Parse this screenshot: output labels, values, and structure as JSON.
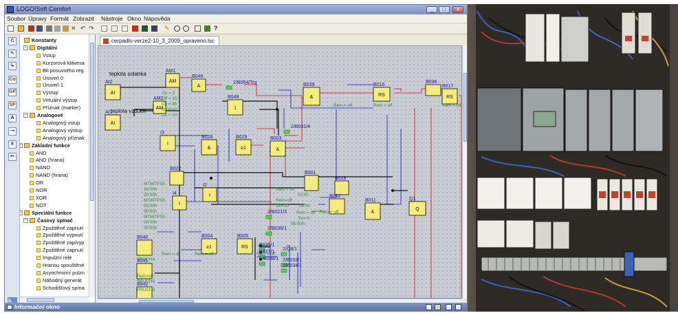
{
  "window": {
    "title": "LOGO!Soft Comfort"
  },
  "menu": [
    "Soubor",
    "Úpravy",
    "Formát",
    "Zobrazit",
    "Nástroje",
    "Okno",
    "Nápověda"
  ],
  "toolbar_icons": [
    "new-icon",
    "open-icon",
    "print-icon",
    "save-icon",
    "cut-icon",
    "copy-icon",
    "paste-icon",
    "delete-icon",
    "undo-icon",
    "redo-icon",
    "align-icon",
    "simulate-icon",
    "zoom-in-icon",
    "zoom-out-icon",
    "help-icon"
  ],
  "tab": {
    "label": "cerpadlo-verze2-10_3_2009_opraveno.lsc"
  },
  "side_label": "Nástroje",
  "tree": [
    {
      "label": "Konstanty",
      "bold": true,
      "level": 0
    },
    {
      "label": "Digitální",
      "bold": true,
      "level": 1
    },
    {
      "label": "Vstup",
      "level": 2
    },
    {
      "label": "Kurzorová klávesa",
      "level": 2
    },
    {
      "label": "Bit posuvného reg",
      "level": 2
    },
    {
      "label": "Úroveň 0",
      "level": 2
    },
    {
      "label": "Úroveň 1",
      "level": 2
    },
    {
      "label": "Výstup",
      "level": 2
    },
    {
      "label": "Virtuální výstup",
      "level": 2
    },
    {
      "label": "Příznak (marker)",
      "level": 2
    },
    {
      "label": "Analogové",
      "bold": true,
      "level": 1
    },
    {
      "label": "Analogový vstup",
      "level": 2
    },
    {
      "label": "Analogový výstup",
      "level": 2
    },
    {
      "label": "Analogový příznak",
      "level": 2
    },
    {
      "label": "Základní funkce",
      "bold": true,
      "level": 0
    },
    {
      "label": "AND",
      "level": 1
    },
    {
      "label": "AND (hrana)",
      "level": 1
    },
    {
      "label": "NAND",
      "level": 1
    },
    {
      "label": "NAND (hrana)",
      "level": 1
    },
    {
      "label": "OR",
      "level": 1
    },
    {
      "label": "NOR",
      "level": 1
    },
    {
      "label": "XOR",
      "level": 1
    },
    {
      "label": "NOT",
      "level": 1
    },
    {
      "label": "Speciální funkce",
      "bold": true,
      "level": 0
    },
    {
      "label": "Časový spínač",
      "bold": true,
      "level": 1
    },
    {
      "label": "Zpožděné zapnutí",
      "level": 2
    },
    {
      "label": "Zpožděné vypnutí",
      "level": 2
    },
    {
      "label": "Zpožděné zap/vyp",
      "level": 2
    },
    {
      "label": "Zpožděné zapnutí",
      "level": 2
    },
    {
      "label": "Impulzní relé",
      "level": 2
    },
    {
      "label": "Hranou spouštěné",
      "level": 2
    },
    {
      "label": "Asynchronní pulzn",
      "level": 2
    },
    {
      "label": "Náhodný generát",
      "level": 2
    },
    {
      "label": "Schodišťový spína",
      "level": 2
    }
  ],
  "canvas": {
    "notes": [
      "teplota solanka",
      "teplota vzduch"
    ],
    "blocks": [
      {
        "id": "AI2",
        "sym": "AI"
      },
      {
        "id": "AI1",
        "sym": "AI"
      },
      {
        "id": "AM1",
        "sym": "AM"
      },
      {
        "id": "AM2",
        "sym": "AM"
      },
      {
        "id": "B046",
        "sym": "A"
      },
      {
        "id": "B048",
        "sym": "1"
      },
      {
        "id": "B039",
        "sym": "&"
      },
      {
        "id": "B016",
        "sym": "RS"
      },
      {
        "id": "B036",
        "sym": ""
      },
      {
        "id": "B017",
        "sym": "RS"
      },
      {
        "id": "I3",
        "sym": "I"
      },
      {
        "id": "B028",
        "sym": "&"
      },
      {
        "id": "B029",
        "sym": "≥1"
      },
      {
        "id": "B003",
        "sym": "&"
      },
      {
        "id": "B022",
        "sym": ""
      },
      {
        "id": "I4",
        "sym": "I"
      },
      {
        "id": "I2",
        "sym": "I"
      },
      {
        "id": "B001",
        "sym": ""
      },
      {
        "id": "B018",
        "sym": ""
      },
      {
        "id": "B002",
        "sym": ""
      },
      {
        "id": "B011",
        "sym": "&"
      },
      {
        "id": "Q1",
        "sym": "Q"
      },
      {
        "id": "B040",
        "sym": ""
      },
      {
        "id": "B004",
        "sym": "≥1"
      },
      {
        "id": "B005",
        "sym": "RS"
      },
      {
        "id": "B041",
        "sym": ""
      },
      {
        "id": "B042",
        "sym": ""
      }
    ],
    "refs": [
      "2/B054/Trg",
      "2/B031/4",
      "2/B021/3",
      "2/B036/1",
      "B035/1",
      "B037/1",
      "2/B038/1",
      "2/Q8/1",
      "2/B033/1",
      "2/B034/1"
    ],
    "params": [
      "Rem = off",
      "Rem = off",
      "Rem = off",
      "Rem = off",
      "Rem = off",
      "Rem = off",
      "On = 2",
      "Off = 15",
      "Ch = 45",
      "Ofset=0",
      "Ch = 10",
      "MTWTFSS",
      "18:00h",
      "20:00h",
      "MTWTFSS",
      "00:00h",
      "00:00h",
      "MTWTFSS",
      "00:00h",
      "00:00h",
      "Rem = off",
      "02:00",
      "Rem=off",
      "Off=20",
      "06:00",
      "Rem = off",
      "Ton=0",
      "06:00m",
      "Rem=off",
      "Rem = off",
      "PRUCHA",
      "PRUCHA",
      "PRUCHA"
    ]
  },
  "info": {
    "label": "Informační okno"
  }
}
